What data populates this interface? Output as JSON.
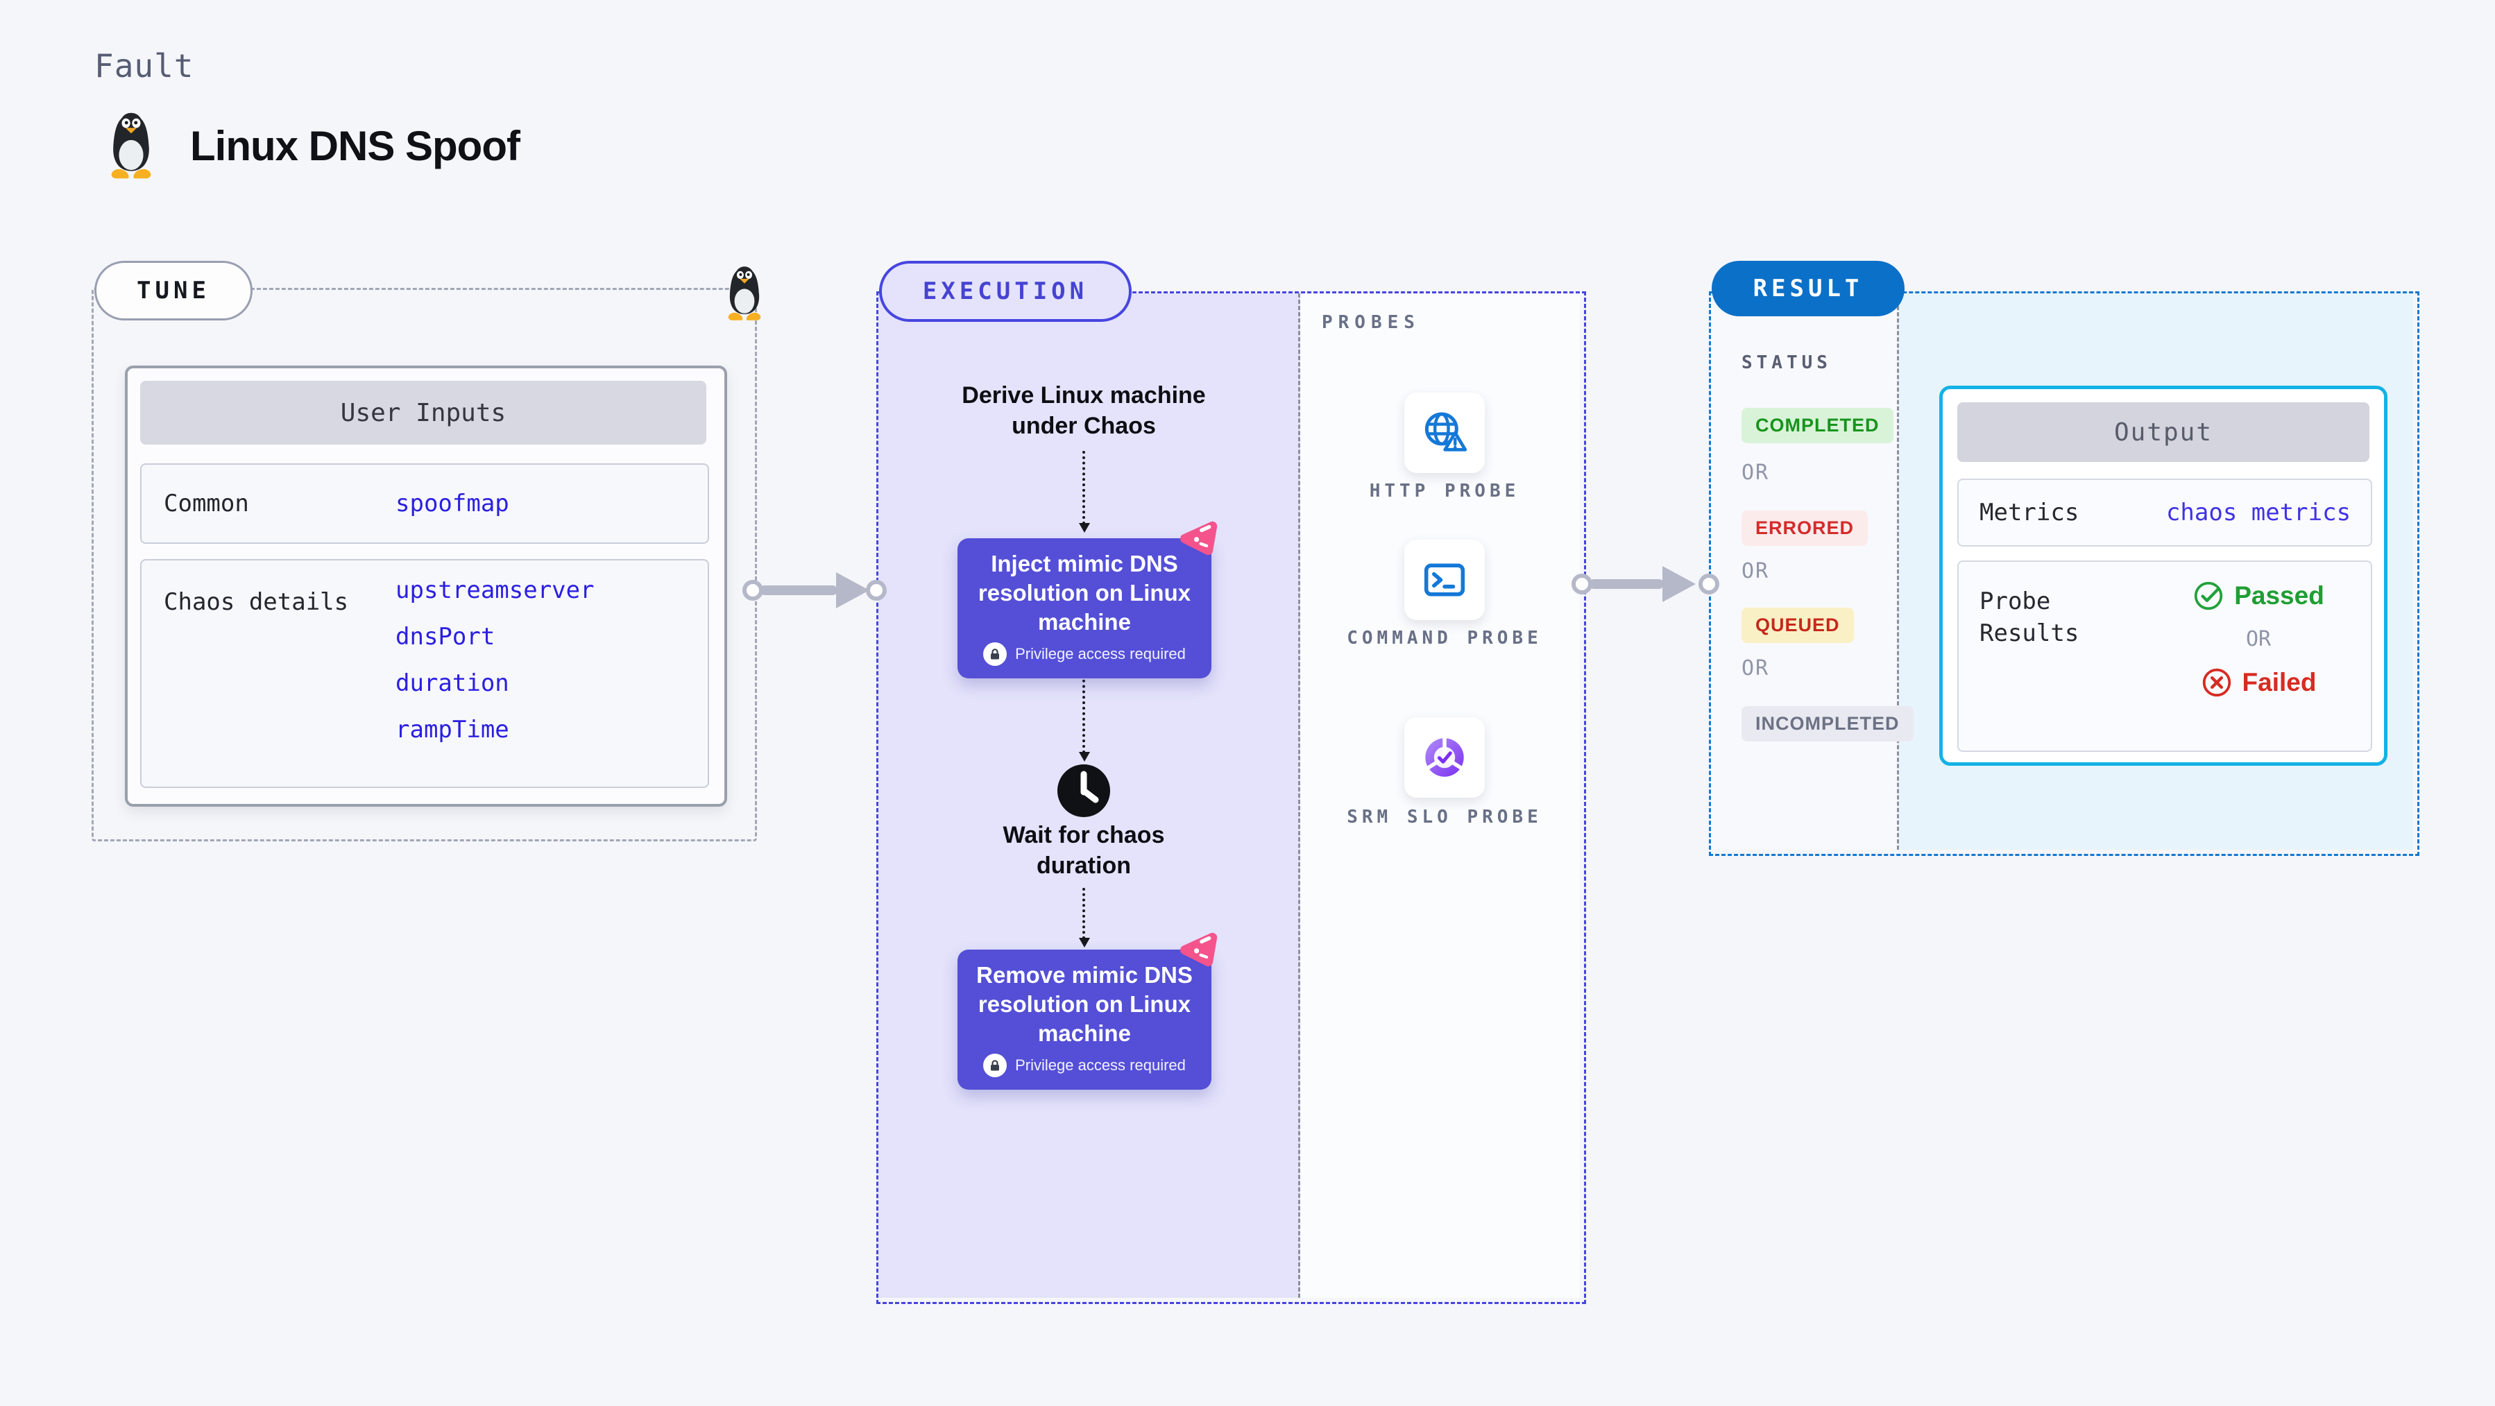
{
  "header": {
    "kicker": "Fault",
    "title": "Linux DNS Spoof"
  },
  "tune": {
    "label": "TUNE",
    "card_title": "User Inputs",
    "rows": [
      {
        "label": "Common",
        "values": [
          "spoofmap"
        ]
      },
      {
        "label": "Chaos details",
        "values": [
          "upstreamserver",
          "dnsPort",
          "duration",
          "rampTime"
        ]
      }
    ]
  },
  "execution": {
    "label": "EXECUTION",
    "derive_label": "Derive Linux machine under Chaos",
    "inject_title": "Inject mimic DNS resolution on Linux machine",
    "wait_label": "Wait for chaos duration",
    "remove_title": "Remove mimic DNS resolution on Linux machine",
    "privilege_label": "Privilege access required"
  },
  "probes": {
    "label": "PROBES",
    "items": [
      {
        "name": "HTTP PROBE",
        "icon": "globe-alert-icon"
      },
      {
        "name": "COMMAND PROBE",
        "icon": "terminal-icon"
      },
      {
        "name": "SRM SLO PROBE",
        "icon": "donut-check-icon"
      }
    ]
  },
  "result": {
    "label": "RESULT",
    "status_label": "STATUS",
    "or_label": "OR",
    "statuses": [
      {
        "text": "COMPLETED",
        "fg": "#17941c",
        "bg": "#d9f3d9"
      },
      {
        "text": "ERRORED",
        "fg": "#d32c2c",
        "bg": "#fcebeb"
      },
      {
        "text": "QUEUED",
        "fg": "#c5291b",
        "bg": "#faf0c6"
      },
      {
        "text": "INCOMPLETED",
        "fg": "#6c7184",
        "bg": "#e9eaf1"
      }
    ],
    "output": {
      "title": "Output",
      "metrics_label": "Metrics",
      "metrics_value": "chaos metrics",
      "probe_results_label": "Probe Results",
      "passed_label": "Passed",
      "or_label": "OR",
      "failed_label": "Failed"
    }
  },
  "icons": {
    "fault_icon": "tux-penguin-icon",
    "node_badge": "litmus-chaos-icon",
    "wait_icon": "clock-icon",
    "privilege_icon": "lock-icon",
    "passed_icon": "check-circle-icon",
    "failed_icon": "x-circle-icon"
  },
  "colors": {
    "background": "#f5f6fa",
    "execution_fill": "#e4e3fb",
    "execution_border": "#4745e0",
    "result_border": "#1478d2",
    "result_pill": "#0b70c8",
    "output_border": "#14b2e6",
    "node_fill": "#544fd6",
    "value_blue": "#2b1fe0",
    "arrow_gray": "#b5b8c8",
    "litmus_pink": "#f4538c",
    "probe_icon_blue": "#1478d8",
    "srm_purple": "#7b2ff0"
  }
}
